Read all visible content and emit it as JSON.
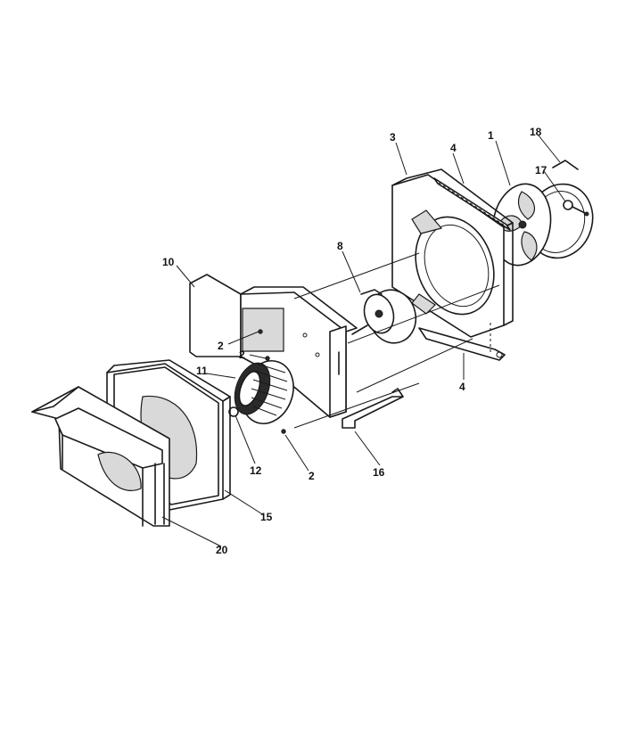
{
  "callouts": [
    {
      "id": "c1",
      "label": "1"
    },
    {
      "id": "c2a",
      "label": "2"
    },
    {
      "id": "c2b",
      "label": "2"
    },
    {
      "id": "c2c",
      "label": "2"
    },
    {
      "id": "c3",
      "label": "3"
    },
    {
      "id": "c4a",
      "label": "4"
    },
    {
      "id": "c4b",
      "label": "4"
    },
    {
      "id": "c8",
      "label": "8"
    },
    {
      "id": "c10",
      "label": "10"
    },
    {
      "id": "c11",
      "label": "11"
    },
    {
      "id": "c12",
      "label": "12"
    },
    {
      "id": "c15",
      "label": "15"
    },
    {
      "id": "c16",
      "label": "16"
    },
    {
      "id": "c17",
      "label": "17"
    },
    {
      "id": "c18",
      "label": "18"
    },
    {
      "id": "c20",
      "label": "20"
    }
  ]
}
